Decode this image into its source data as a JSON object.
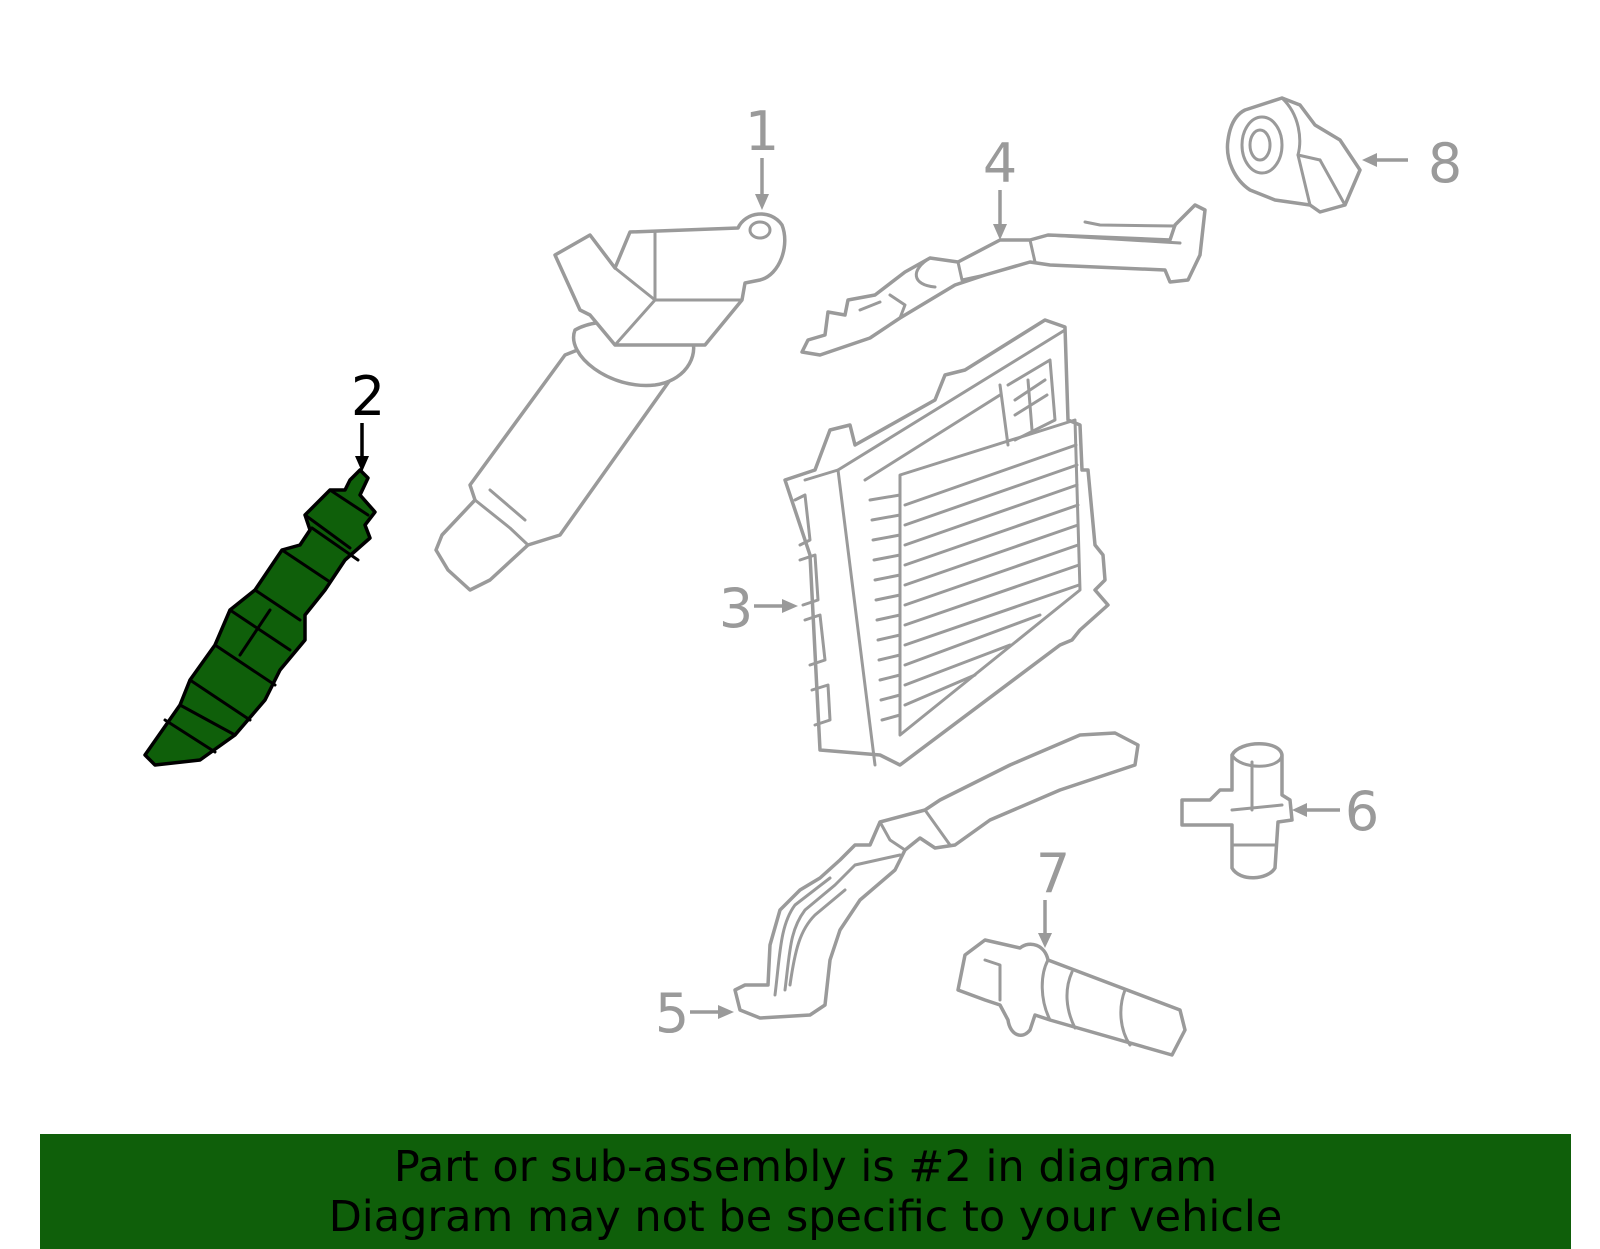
{
  "callouts": [
    {
      "id": "1",
      "label": "1"
    },
    {
      "id": "2",
      "label": "2"
    },
    {
      "id": "3",
      "label": "3"
    },
    {
      "id": "4",
      "label": "4"
    },
    {
      "id": "5",
      "label": "5"
    },
    {
      "id": "6",
      "label": "6"
    },
    {
      "id": "7",
      "label": "7"
    },
    {
      "id": "8",
      "label": "8"
    }
  ],
  "highlighted_part": "2",
  "colors": {
    "highlight": "#0f5f0a",
    "outline": "#9a9a9a",
    "banner": "#0f5f0a"
  },
  "banner": {
    "line1": "Part or sub-assembly is #2 in diagram",
    "line2": "Diagram may not be specific to your vehicle"
  }
}
